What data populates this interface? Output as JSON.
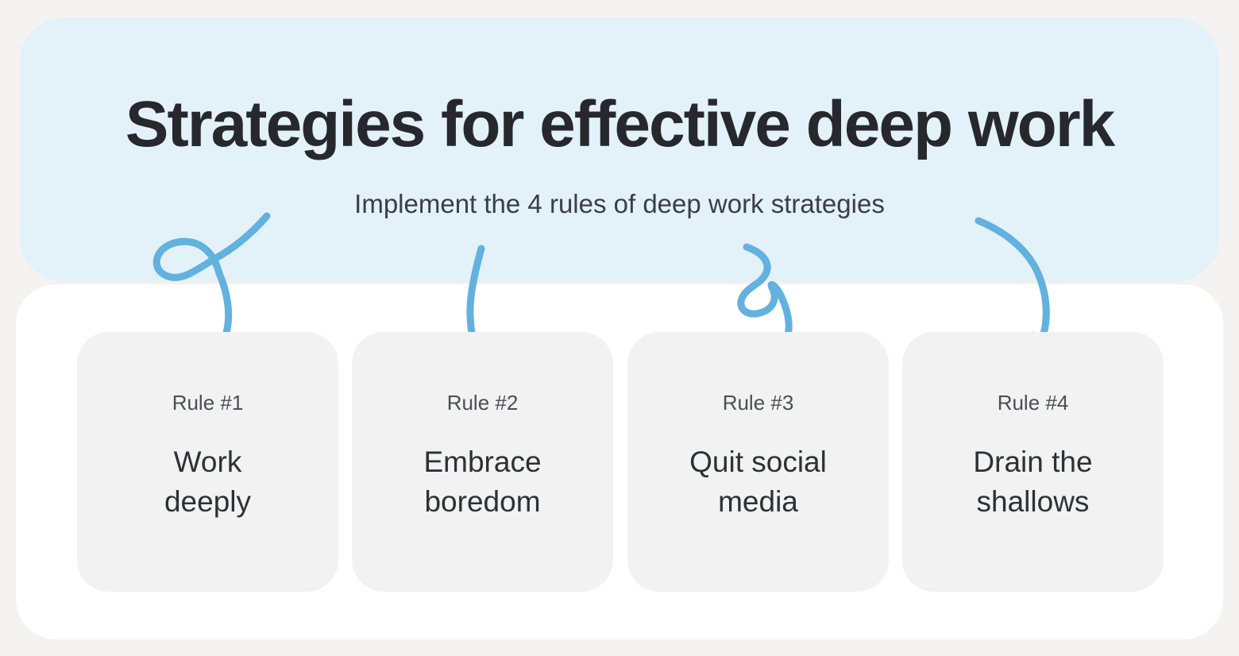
{
  "header": {
    "title": "Strategies for effective deep work",
    "subtitle": "Implement the 4 rules of deep work strategies"
  },
  "cards": [
    {
      "label": "Rule #1",
      "title": "Work\ndeeply"
    },
    {
      "label": "Rule #2",
      "title": "Embrace\nboredom"
    },
    {
      "label": "Rule #3",
      "title": "Quit social\nmedia"
    },
    {
      "label": "Rule #4",
      "title": "Drain the\nshallows"
    }
  ],
  "arrows": {
    "style": "hand-drawn curved arrows with loops pointing from subtitle to each rule card",
    "count": 4
  },
  "colors": {
    "page_bg": "#f4f3f1",
    "header_bg": "#e3f1f9",
    "panel_bg": "#ffffff",
    "card_bg": "#f2f2f2",
    "title_text": "#26282e",
    "subtitle_text": "#3a3e47",
    "rule_label": "#4b4e56",
    "card_text": "#2d3036",
    "accent_arrow": "#62b1de"
  }
}
